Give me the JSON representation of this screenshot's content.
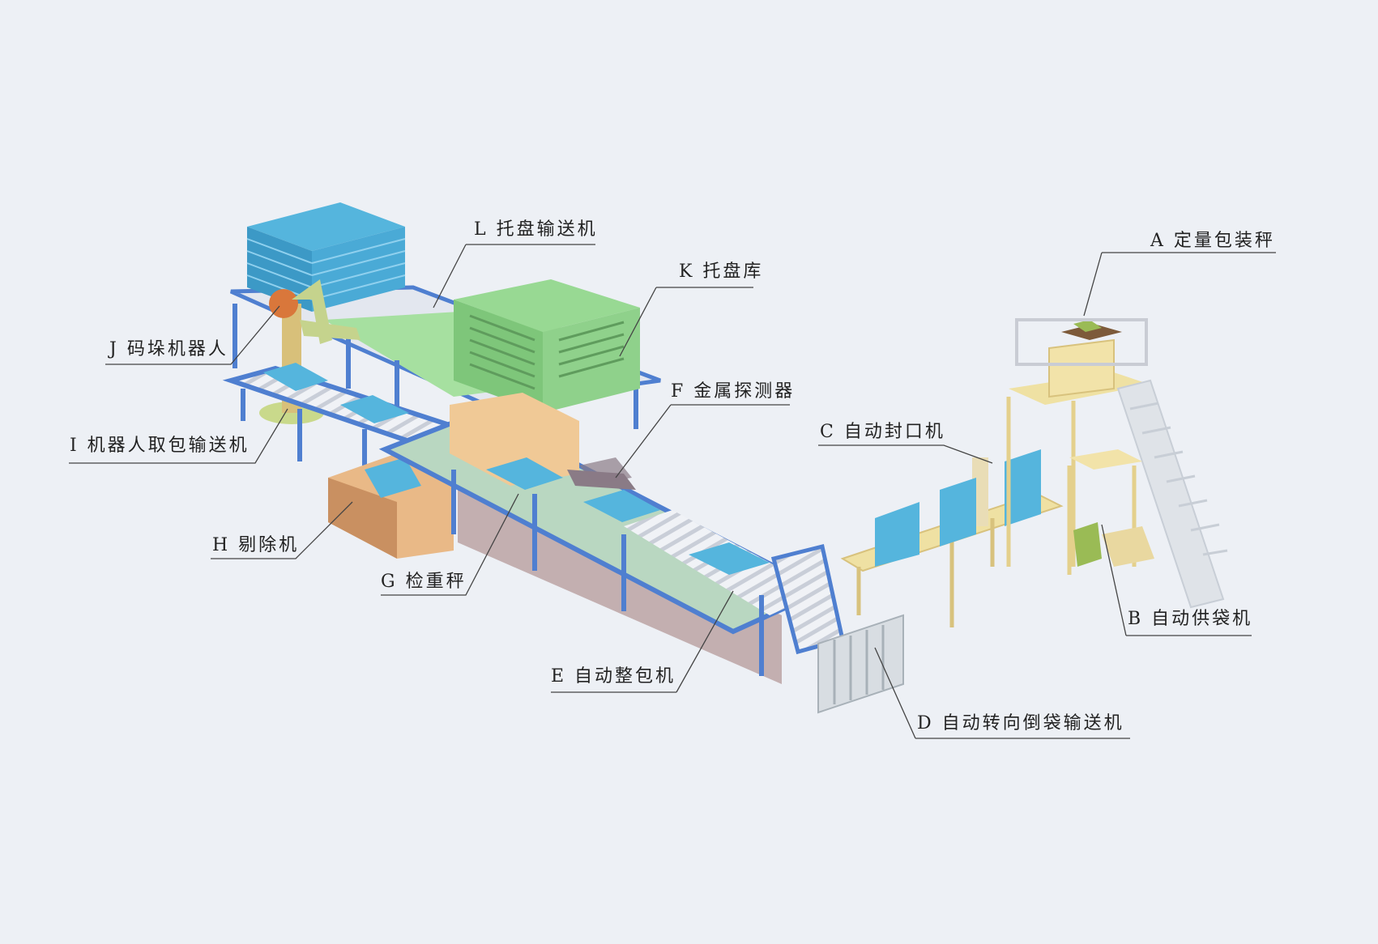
{
  "diagram": {
    "labels": {
      "A": "A 定量包装秤",
      "B": "B 自动供袋机",
      "C": "C 自动封口机",
      "D": "D 自动转向倒袋输送机",
      "E": "E 自动整包机",
      "F": "F 金属探测器",
      "G": "G 检重秤",
      "H": "H 剔除机",
      "I": "I 机器人取包输送机",
      "J": "J 码垛机器人",
      "K": "K 托盘库",
      "L": "L 托盘输送机"
    },
    "colors": {
      "background": "#edf0f5",
      "conveyor_frame": "#4f7fd0",
      "roller": "#dfe3ea",
      "bag": "#55b5dd",
      "pallet_stack": "#8fd18b",
      "machine_orange": "#e9b987",
      "machine_pale": "#f2e3a9",
      "shadow": "#b49a98"
    }
  }
}
